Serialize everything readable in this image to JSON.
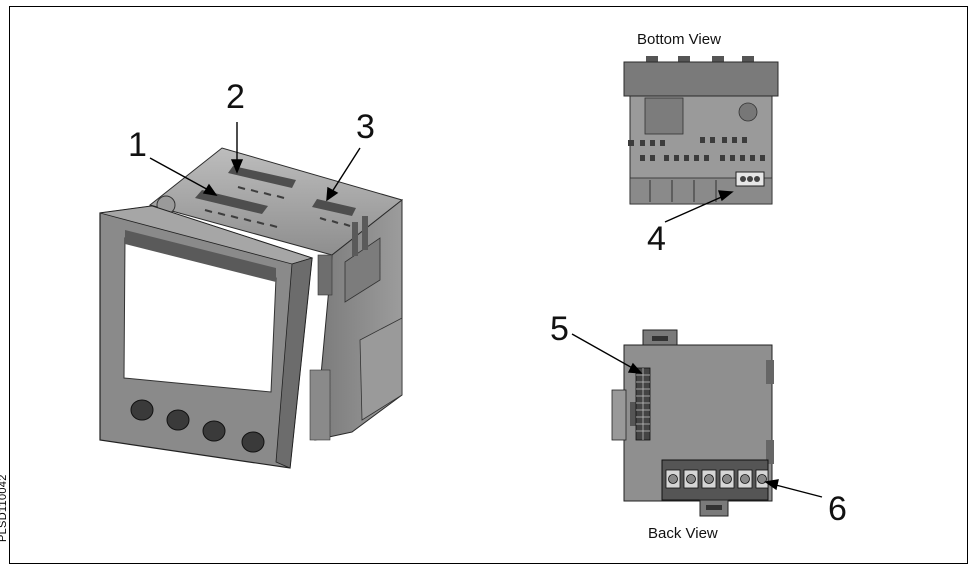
{
  "document_id": "PLSD110042",
  "views": {
    "bottom_view_label": "Bottom View",
    "back_view_label": "Back View"
  },
  "callouts": [
    {
      "number": "1"
    },
    {
      "number": "2"
    },
    {
      "number": "3"
    },
    {
      "number": "4"
    },
    {
      "number": "5"
    },
    {
      "number": "6"
    }
  ],
  "colors": {
    "device_dark": "#6f6f6f",
    "device_mid": "#8a8a8a",
    "device_light": "#a9a9a9",
    "screen": "#ffffff",
    "outline": "#2b2b2b"
  }
}
